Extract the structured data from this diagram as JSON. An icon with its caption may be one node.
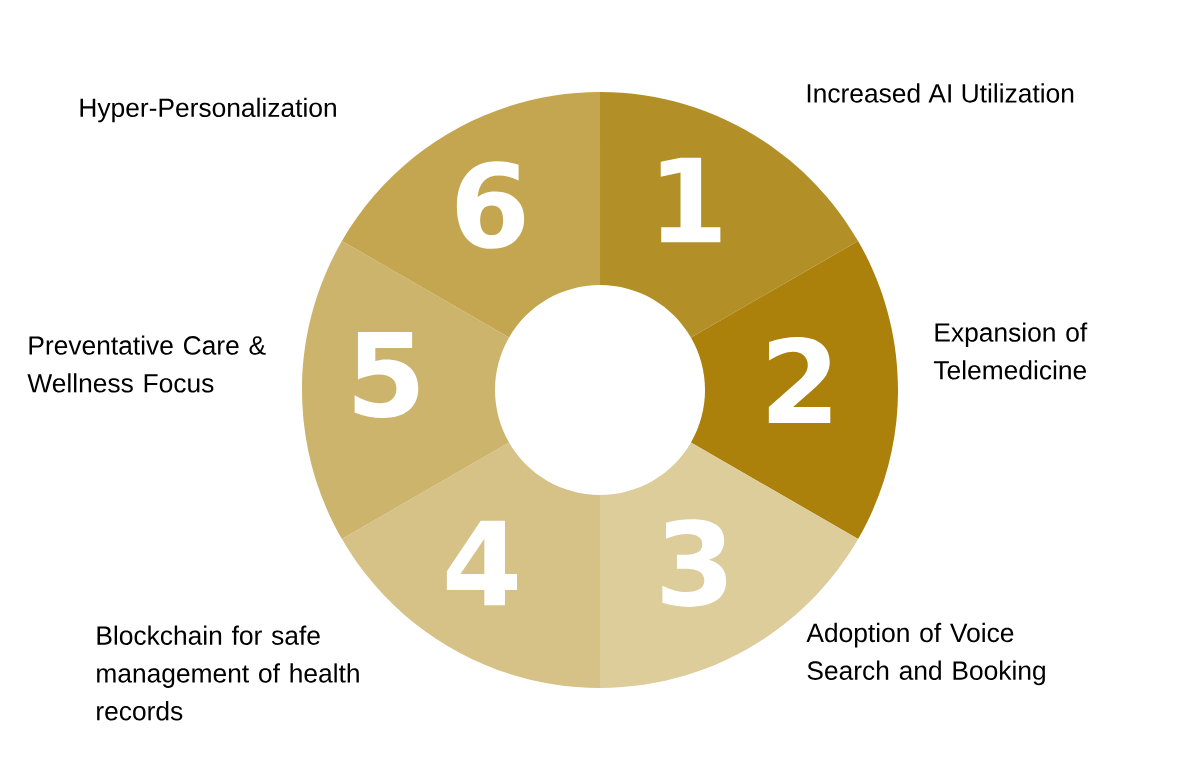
{
  "diagram": {
    "nodes": [
      {
        "text": [
          "1"
        ],
        "beside": [
          "Increased AI Utilization"
        ]
      },
      {
        "text": [
          "2"
        ],
        "beside": [
          "Expansion of Telemedicine"
        ]
      },
      {
        "text": [
          "3"
        ],
        "beside": [
          "Adoption of Voice Search and Booking"
        ]
      },
      {
        "text": [
          "4"
        ],
        "beside": [
          "Blockchain for safe management of health records"
        ]
      },
      {
        "text": [
          "5"
        ],
        "beside": [
          "Preventative Care & Wellness Focus"
        ]
      },
      {
        "text": [
          "6"
        ],
        "beside": [
          "Hyper-Personalization"
        ]
      }
    ]
  }
}
